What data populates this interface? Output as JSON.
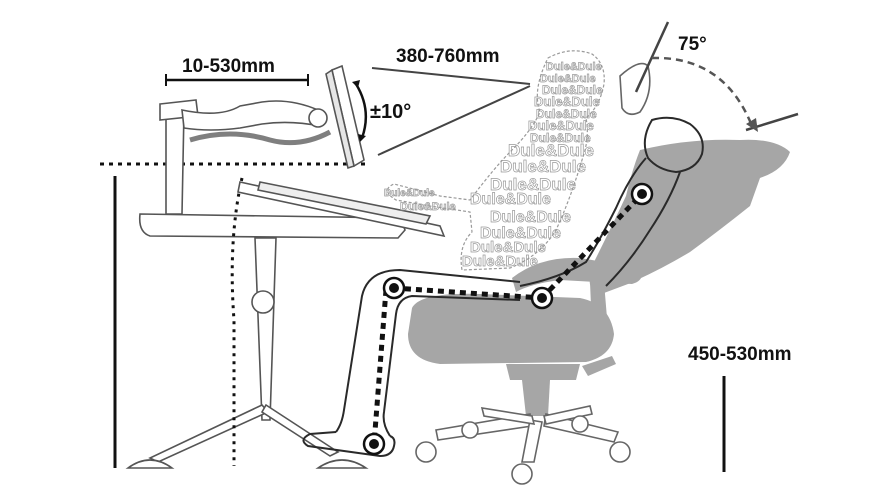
{
  "labels": {
    "arm_reach": "10-530mm",
    "eye_distance": "380-760mm",
    "tilt": "±10°",
    "recline": "75°",
    "seat_height": "450-530mm"
  },
  "watermark": {
    "text": "Dule&Dule",
    "lines": [
      "Dule&Dule",
      "Dule&Dule",
      "Dule&Dule",
      "Dule&Dule",
      "Dule&Dule",
      "Dule&Dule",
      "Dule&Dule",
      "Dule&Dule",
      "Dule&Dule",
      "Dule&Dule",
      "Dule&Dule",
      "Dule&Dule",
      "Dule&Dule",
      "Dule&Dule",
      "Dule&Dule",
      "Dule&Dule",
      "Dule&Dule"
    ]
  },
  "colors": {
    "line": "#111111",
    "chair_fill": "#a6a6a6",
    "outline": "#555555",
    "watermark_stroke": "#9a9a9a"
  }
}
